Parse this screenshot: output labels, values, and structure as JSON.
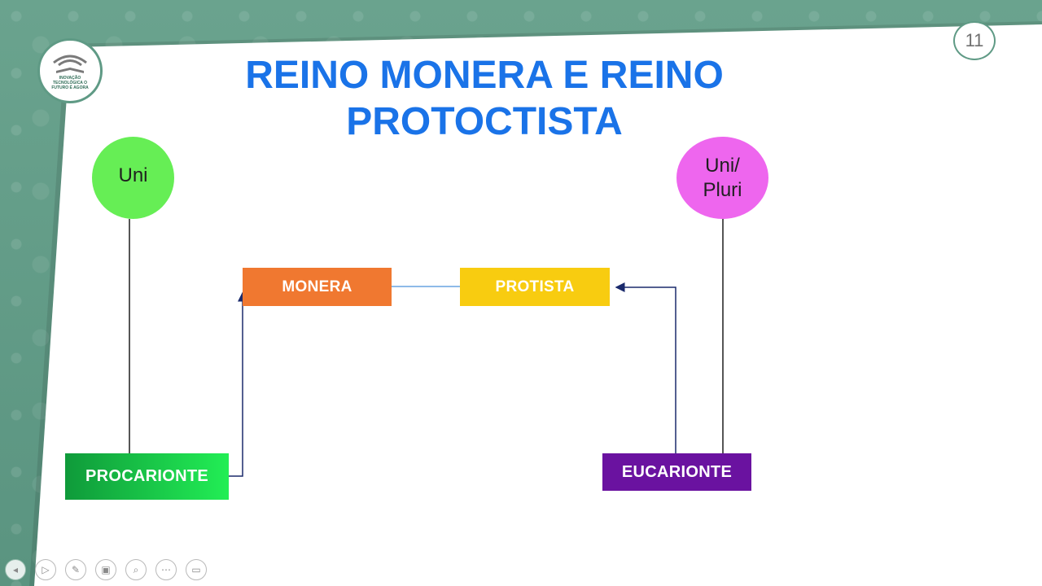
{
  "slide": {
    "title": "REINO MONERA E REINO PROTOCTISTA",
    "number": "11",
    "logo": {
      "text": "INOVAÇÃO TECNOLÓGICA O FUTURO É AGORA",
      "icon": "wifi-book-logo-icon"
    }
  },
  "diagram": {
    "circles": {
      "uni": "Uni",
      "uni_pluri": "Uni/\nPluri"
    },
    "boxes": {
      "monera": "MONERA",
      "protista": "PROTISTA",
      "procarionte": "PROCARIONTE",
      "eucarionte": "EUCARIONTE"
    }
  },
  "colors": {
    "title": "#1a73e8",
    "monera": "#f07830",
    "protista": "#f8cc10",
    "procarionte": "#22ee55",
    "eucarionte": "#6a12a0",
    "uni_circle": "#66ee55",
    "uni_pluri_circle": "#ee66ee",
    "frame": "#5f9a85"
  },
  "toolbar": {
    "buttons": [
      {
        "name": "previous-slide-button",
        "icon": "arrow-left-icon",
        "glyph": "◂"
      },
      {
        "name": "next-slide-button",
        "icon": "arrow-right-icon",
        "glyph": "▷"
      },
      {
        "name": "pen-tool-button",
        "icon": "pen-icon",
        "glyph": "✎"
      },
      {
        "name": "see-all-slides-button",
        "icon": "slides-icon",
        "glyph": "▣"
      },
      {
        "name": "zoom-button",
        "icon": "zoom-icon",
        "glyph": "⌕"
      },
      {
        "name": "more-options-button",
        "icon": "ellipsis-icon",
        "glyph": "⋯"
      },
      {
        "name": "display-settings-button",
        "icon": "monitor-icon",
        "glyph": "▭"
      }
    ]
  }
}
